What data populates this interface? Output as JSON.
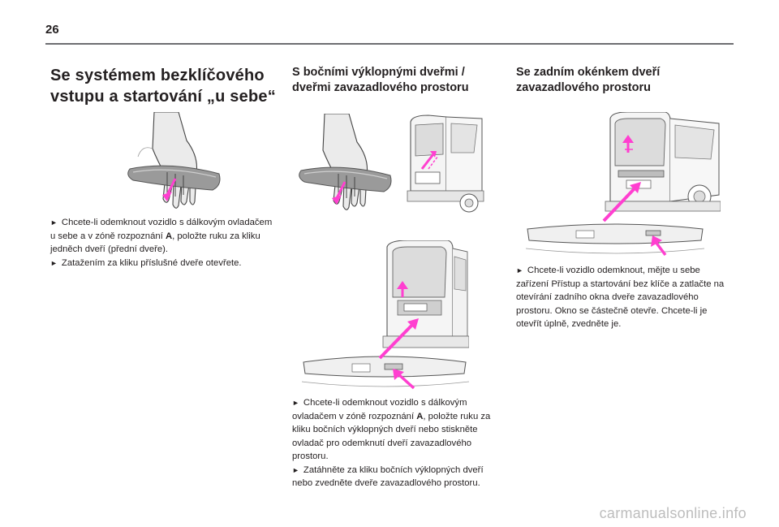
{
  "page": {
    "number": "26",
    "watermark": "carmanualsonline.info"
  },
  "accent_color": "#ff3fd0",
  "columns": {
    "col1": {
      "title_line1": "Se systémem bezklíčového",
      "title_line2": "vstupu a startování „u sebe“",
      "instructions": [
        {
          "marker": "►",
          "text_before": "Chcete-li odemknout vozidlo s dálkovým ovladačem u sebe a v zóně rozpoznání ",
          "bold": "A",
          "text_after": ", položte ruku za kliku jedněch dveří (přední dveře)."
        },
        {
          "marker": "►",
          "text": "Zatažením za kliku příslušné dveře otevřete."
        }
      ]
    },
    "col2": {
      "title_line1": "S bočními výklopnými dveřmi /",
      "title_line2": "dveřmi zavazadlového prostoru",
      "instructions": [
        {
          "marker": "►",
          "text_before": "Chcete-li odemknout vozidlo s dálkovým ovladačem v zóně rozpoznání ",
          "bold": "A",
          "text_after": ", položte ruku za kliku bočních výklopných dveří nebo stiskněte ovladač pro odemknutí dveří zavazadlového prostoru."
        },
        {
          "marker": "►",
          "text": "Zatáhněte za kliku bočních výklopných dveří nebo zvedněte dveře zavazadlového prostoru."
        }
      ]
    },
    "col3": {
      "title_line1": "Se zadním okénkem dveří",
      "title_line2": "zavazadlového prostoru",
      "instructions": [
        {
          "marker": "►",
          "text": "Chcete-li vozidlo odemknout, mějte u sebe zařízení Přístup a startování bez klíče a zatlačte na otevírání zadního okna dveře zavazadlového prostoru. Okno se částečně otevře. Chcete-li je otevřít úplně, zvedněte je."
        }
      ]
    }
  }
}
